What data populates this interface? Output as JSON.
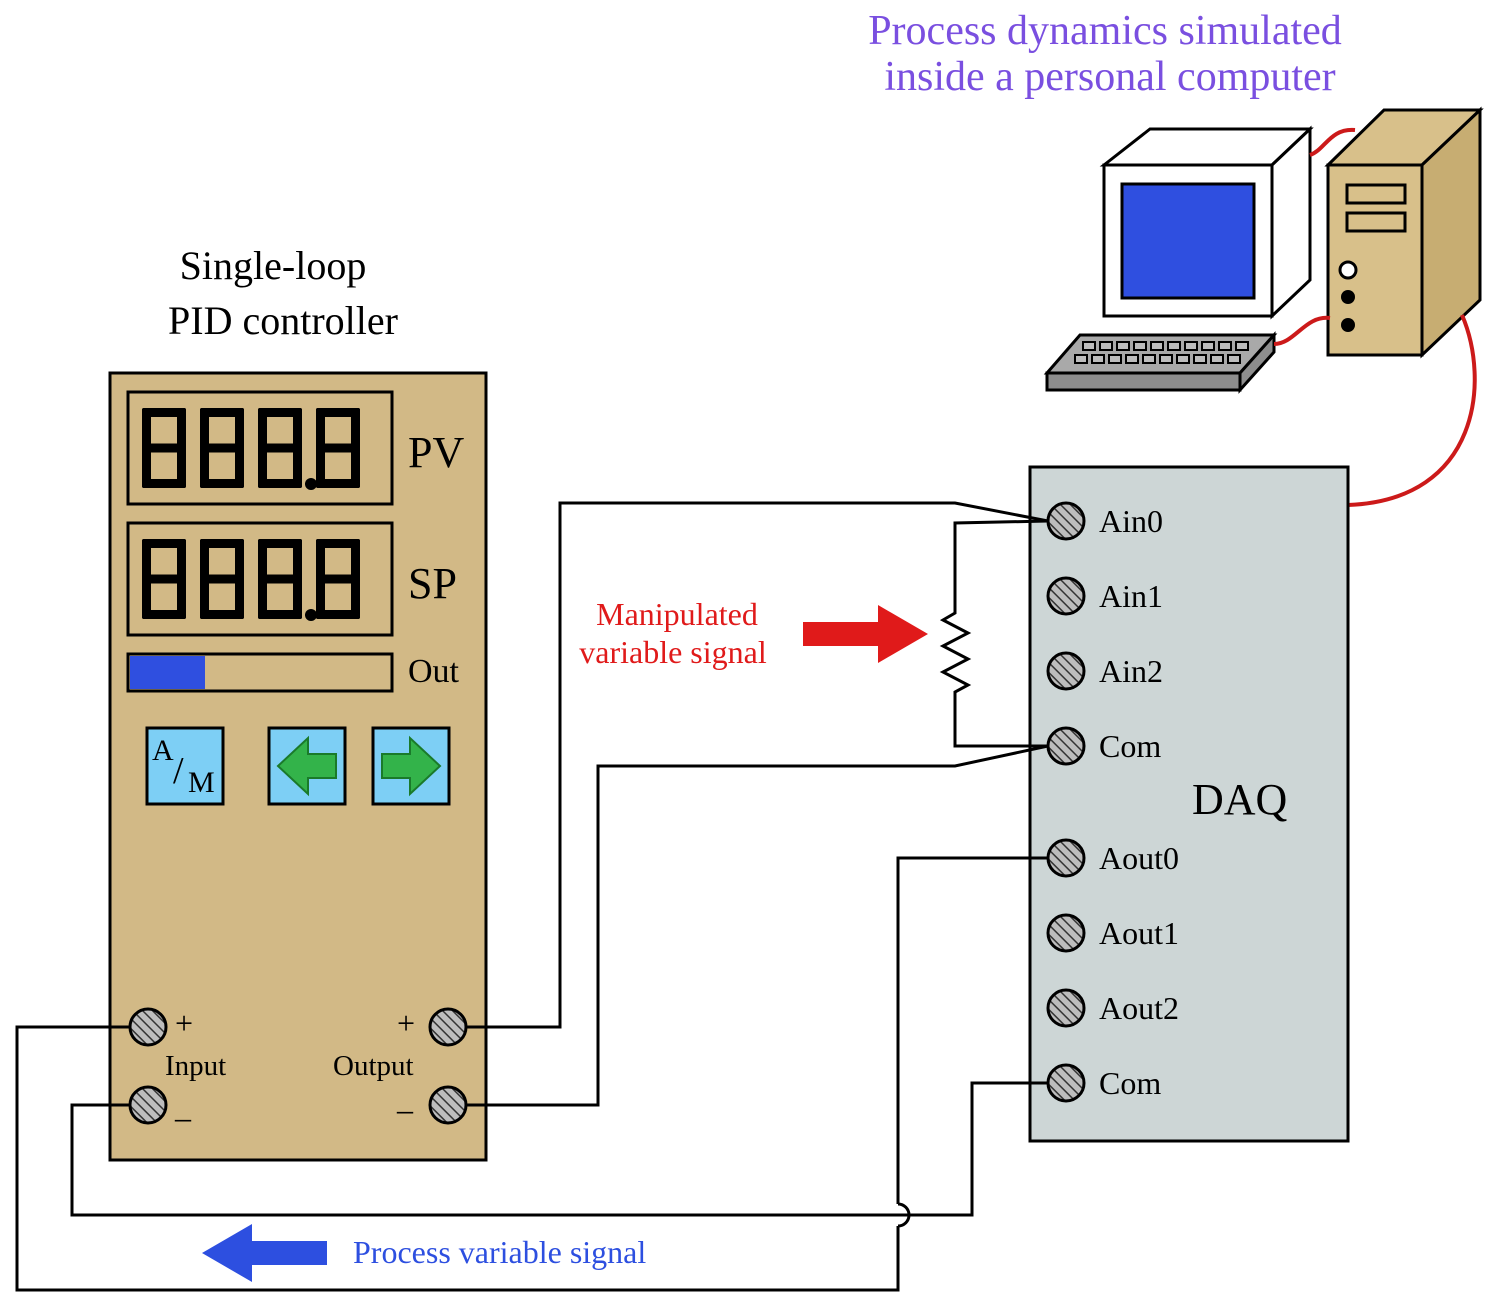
{
  "pc_caption": {
    "line1": "Process dynamics simulated",
    "line2": "inside a personal computer",
    "color": "#7a4fe0"
  },
  "controller": {
    "title_line1": "Single-loop",
    "title_line2": "PID controller",
    "pv_display": "888.8",
    "sp_display": "888.8",
    "pv_label": "PV",
    "sp_label": "SP",
    "out_label": "Out",
    "output_bar_fraction": 0.29,
    "am_button": {
      "top": "A",
      "slash": "/",
      "bottom": "M"
    },
    "left_arrow_icon": "left-arrow-icon",
    "right_arrow_icon": "right-arrow-icon",
    "input_label": "Input",
    "output_label": "Output",
    "plus": "+",
    "minus": "–",
    "panel_color": "#d2b986",
    "button_color": "#7dcff5",
    "arrow_color": "#33b34a"
  },
  "daq": {
    "label": "DAQ",
    "terminals": [
      "Ain0",
      "Ain1",
      "Ain2",
      "Com",
      "Aout0",
      "Aout1",
      "Aout2",
      "Com"
    ],
    "panel_color": "#cdd6d6"
  },
  "signals": {
    "manipulated_line1": "Manipulated",
    "manipulated_line2": "variable signal",
    "manipulated_color": "#e01a1a",
    "process_variable": "Process variable signal",
    "process_variable_color": "#2d4fe0"
  },
  "computer": {
    "screen_color": "#2f4fe0",
    "case_color": "#d8c08a",
    "cable_color": "#cc1a1a"
  }
}
